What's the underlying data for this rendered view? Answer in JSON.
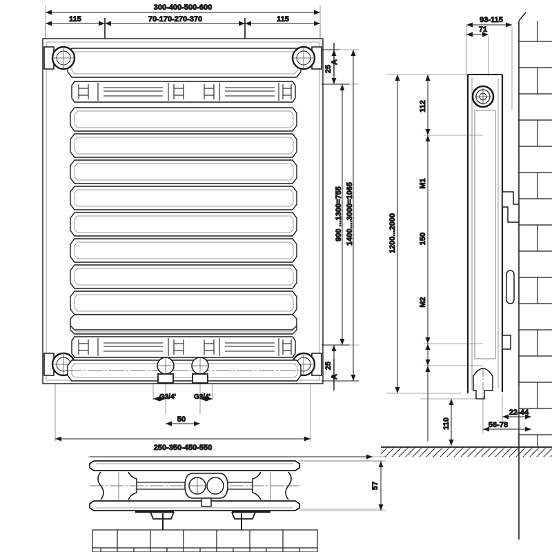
{
  "drawing": {
    "title": "Panel radiator technical drawing",
    "type": "engineering-dimension-drawing",
    "units": "mm",
    "line_color": "#1a1a1a",
    "hatch_color": "#1a1a1a",
    "background": "#ffffff"
  },
  "views": {
    "front": {
      "name": "front-elevation",
      "plain_fin_rows": 10,
      "grille_rows": 2
    },
    "side": {
      "name": "side-elevation-with-wall"
    },
    "section": {
      "name": "bottom-horizontal-section"
    }
  },
  "dimensions": {
    "front": {
      "overall_width": "300-400-500-600",
      "bracket_left": "115",
      "bracket_center": "70-170-270-370",
      "bracket_right": "115",
      "top_offset": "25",
      "bottom_offset": "25",
      "height_small": "900 ...1300=755",
      "height_large": "1400....3000=1065",
      "section_mark_top": "A",
      "section_mark_bottom": "A",
      "port_left": "G3/4'",
      "port_right": "G3/4'",
      "port_spacing": "50",
      "valve_spread": "250-350-450-550"
    },
    "side": {
      "depth_total": "93-115",
      "depth_panel": "71",
      "top_to_m1": "112",
      "m1": "M1",
      "m1_to_m2_gap": "150",
      "m2": "M2",
      "height_range": "1200...2000",
      "floor_clearance": "110",
      "wall_gap": "22-44",
      "wall_to_axis": "56-78"
    },
    "section": {
      "depth": "57"
    }
  }
}
